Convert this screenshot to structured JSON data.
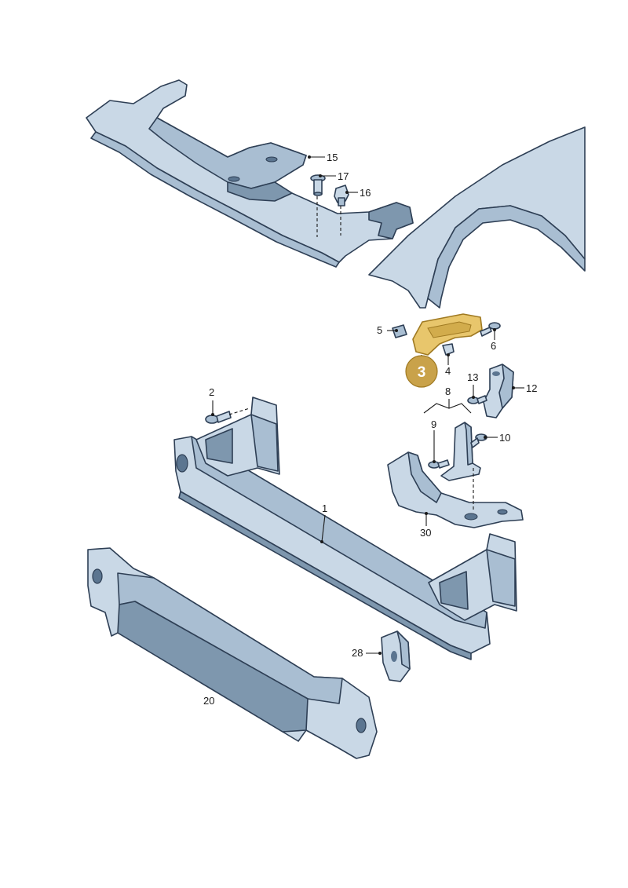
{
  "labels": {
    "l1": "1",
    "l2": "2",
    "l4": "4",
    "l5": "5",
    "l6": "6",
    "l8": "8",
    "l9": "9",
    "l10": "10",
    "l12": "12",
    "l13": "13",
    "l15": "15",
    "l16": "16",
    "l17": "17",
    "l20": "20",
    "l28": "28",
    "l30": "30"
  },
  "highlight": {
    "label": "3",
    "color": "#c9a24a"
  },
  "colors": {
    "part_outline": "#2e3f55",
    "part_fill": "#c9d8e6",
    "highlight_fill": "#e8c66c"
  }
}
